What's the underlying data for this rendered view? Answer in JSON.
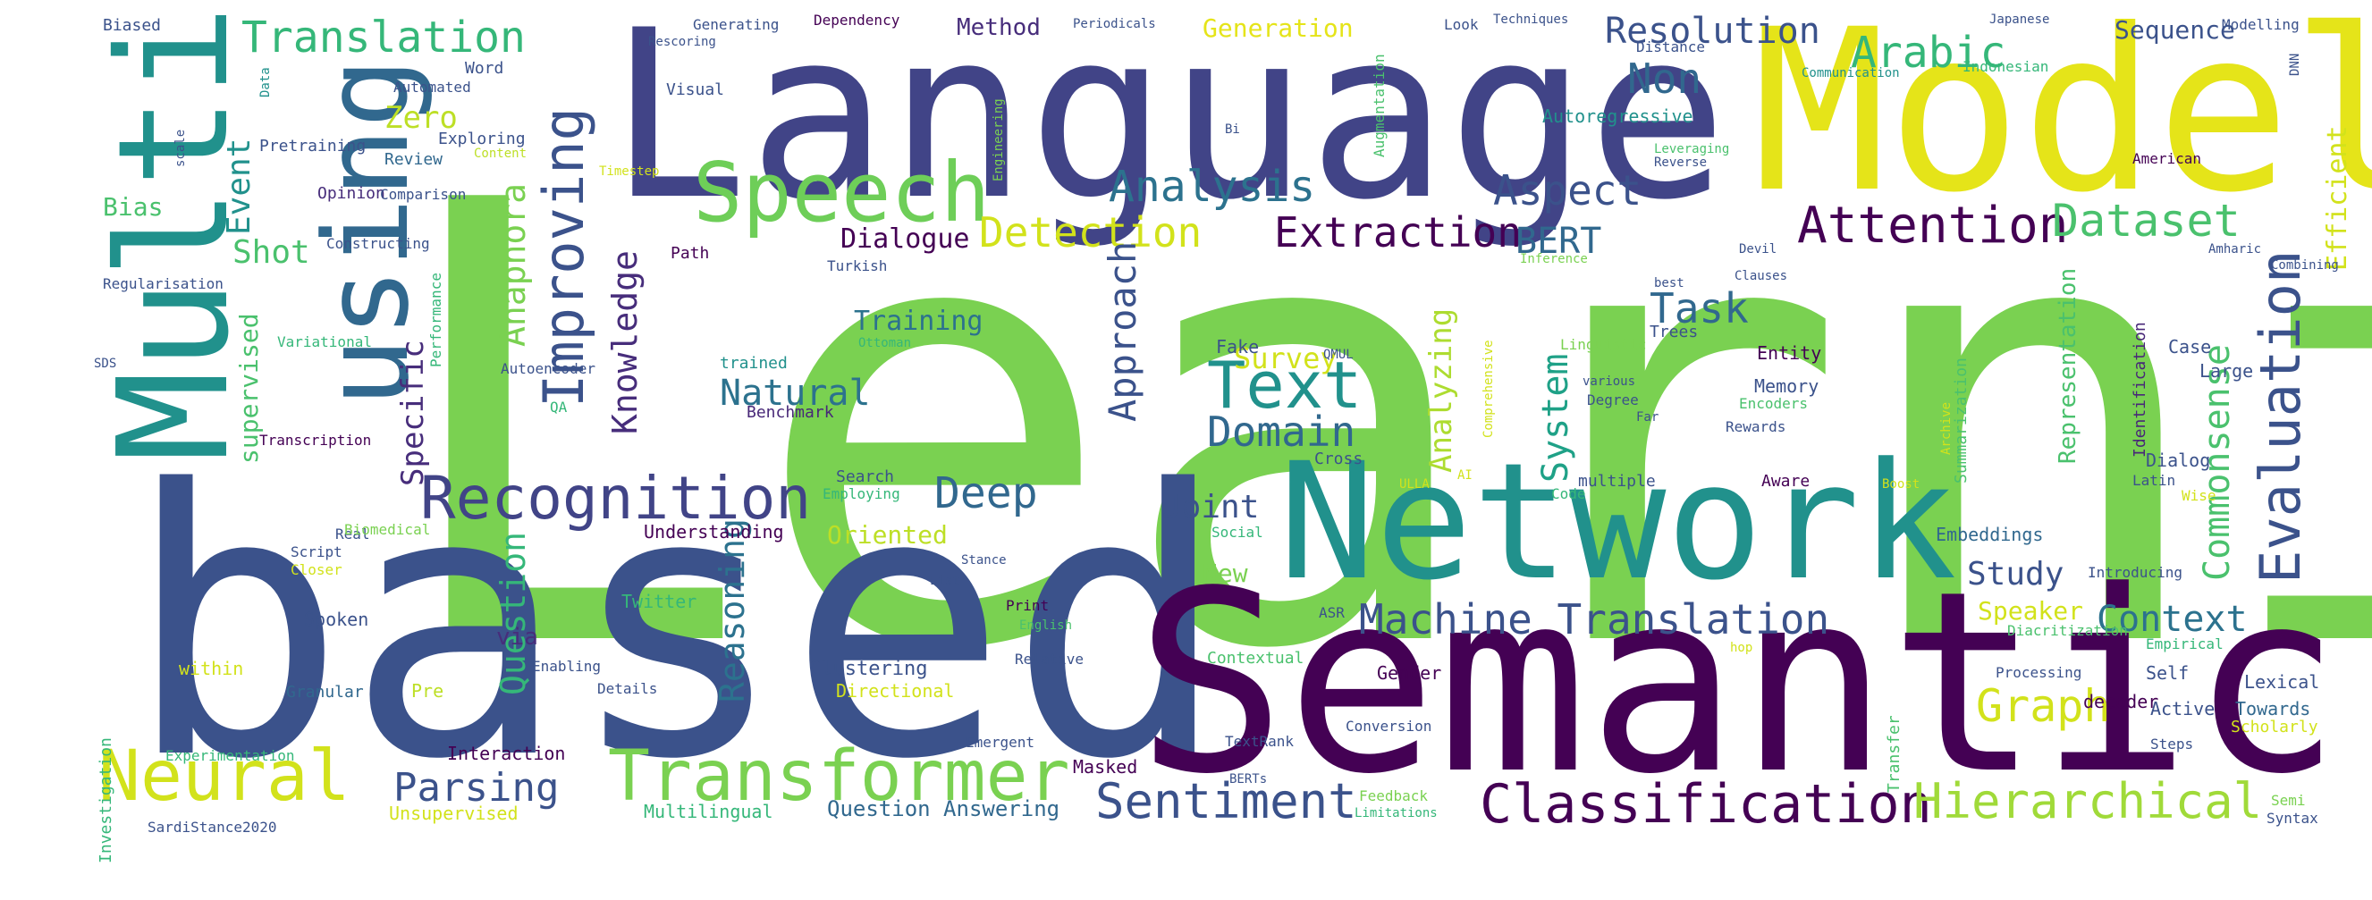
{
  "words": [
    {
      "text": "Learning",
      "color": "#7ad151"
    },
    {
      "text": "based",
      "color": "#3b528b"
    },
    {
      "text": "Language",
      "color": "#414487"
    },
    {
      "text": "Semantic",
      "color": "#440154"
    },
    {
      "text": "Model",
      "color": "#e5e419"
    },
    {
      "text": "Network",
      "color": "#21918c"
    },
    {
      "text": "Multi",
      "color": "#21918c"
    },
    {
      "text": "using",
      "color": "#31688e"
    },
    {
      "text": "Speech",
      "color": "#6ece58"
    },
    {
      "text": "Transformer",
      "color": "#7ad151"
    },
    {
      "text": "Neural",
      "color": "#d2e21b"
    },
    {
      "text": "Recognition",
      "color": "#414487"
    },
    {
      "text": "Classification",
      "color": "#440154"
    },
    {
      "text": "Text",
      "color": "#21918c"
    },
    {
      "text": "Improving",
      "color": "#3b528b"
    },
    {
      "text": "Evaluation",
      "color": "#3b528b"
    },
    {
      "text": "Hierarchical",
      "color": "#a0da39"
    },
    {
      "text": "Sentiment",
      "color": "#3b528b"
    },
    {
      "text": "Translation",
      "color": "#35b779"
    },
    {
      "text": "Analysis",
      "color": "#2c728e"
    },
    {
      "text": "Attention",
      "color": "#440154"
    },
    {
      "text": "Dataset",
      "color": "#4ac16d"
    },
    {
      "text": "Machine Translation",
      "color": "#3b528b"
    },
    {
      "text": "Extraction",
      "color": "#440154"
    },
    {
      "text": "Detection",
      "color": "#d2e21b"
    },
    {
      "text": "Aspect",
      "color": "#3b528b"
    },
    {
      "text": "Deep",
      "color": "#31688e"
    },
    {
      "text": "Approach",
      "color": "#3b528b"
    },
    {
      "text": "Parsing",
      "color": "#3b528b"
    },
    {
      "text": "Domain",
      "color": "#31688e"
    },
    {
      "text": "Task",
      "color": "#31688e"
    },
    {
      "text": "Graph",
      "color": "#d2e21b"
    },
    {
      "text": "Context",
      "color": "#2c728e"
    },
    {
      "text": "Resolution",
      "color": "#3b528b"
    },
    {
      "text": "Arabic",
      "color": "#35b779"
    },
    {
      "text": "Non",
      "color": "#31688e"
    },
    {
      "text": "Knowledge",
      "color": "#472d7b"
    },
    {
      "text": "Anaphora",
      "color": "#7ad151"
    },
    {
      "text": "Question",
      "color": "#35b779"
    },
    {
      "text": "Reasoning",
      "color": "#2c728e"
    },
    {
      "text": "Commonsense",
      "color": "#4ac16d"
    },
    {
      "text": "System",
      "color": "#1fa187"
    },
    {
      "text": "Analyzing",
      "color": "#addc30"
    },
    {
      "text": "Natural",
      "color": "#2c728e"
    },
    {
      "text": "Study",
      "color": "#3b528b"
    },
    {
      "text": "Specific",
      "color": "#472d7b"
    },
    {
      "text": "BERT",
      "color": "#31688e"
    },
    {
      "text": "Event",
      "color": "#21918c"
    },
    {
      "text": "Zero",
      "color": "#bddf26"
    },
    {
      "text": "Shot",
      "color": "#4ac16d"
    },
    {
      "text": "Dialogue",
      "color": "#440154"
    },
    {
      "text": "Joint",
      "color": "#3b528b"
    },
    {
      "text": "Survey",
      "color": "#d2e21b"
    },
    {
      "text": "Training",
      "color": "#2c728e"
    },
    {
      "text": "Sequence",
      "color": "#3b528b"
    },
    {
      "text": "Efficient",
      "color": "#d2e21b"
    },
    {
      "text": "Representation",
      "color": "#4ac16d"
    },
    {
      "text": "supervised",
      "color": "#4ac16d"
    },
    {
      "text": "Oriented",
      "color": "#bddf26"
    },
    {
      "text": "Generation",
      "color": "#e5e419"
    },
    {
      "text": "Speaker",
      "color": "#d2e21b"
    },
    {
      "text": "Method",
      "color": "#472d7b"
    },
    {
      "text": "Question Answering",
      "color": "#31688e"
    },
    {
      "text": "Clustering",
      "color": "#3b528b"
    },
    {
      "text": "Bias",
      "color": "#4ac16d"
    },
    {
      "text": "Identification",
      "color": "#482878"
    },
    {
      "text": "Summarization",
      "color": "#4ac16d"
    },
    {
      "text": "New",
      "color": "#7ad151"
    },
    {
      "text": "via",
      "color": "#472d7b"
    },
    {
      "text": "Multilingual",
      "color": "#35b779"
    },
    {
      "text": "Fake",
      "color": "#3b528b"
    },
    {
      "text": "Embeddings",
      "color": "#31688e"
    },
    {
      "text": "Directional",
      "color": "#d2e21b"
    },
    {
      "text": "Understanding",
      "color": "#440154"
    },
    {
      "text": "Entity",
      "color": "#440154"
    },
    {
      "text": "Memory",
      "color": "#3b528b"
    },
    {
      "text": "Dialog",
      "color": "#3b528b"
    },
    {
      "text": "Large",
      "color": "#3b528b"
    },
    {
      "text": "Case",
      "color": "#3b528b"
    },
    {
      "text": "Benchmark",
      "color": "#482878"
    },
    {
      "text": "Unsupervised",
      "color": "#d2e21b"
    },
    {
      "text": "Investigation",
      "color": "#35b779"
    },
    {
      "text": "Interaction",
      "color": "#440154"
    },
    {
      "text": "Towards",
      "color": "#31688e"
    },
    {
      "text": "Active",
      "color": "#3b528b"
    },
    {
      "text": "Self",
      "color": "#3b528b"
    },
    {
      "text": "Lexical",
      "color": "#3b528b"
    },
    {
      "text": "Scholarly",
      "color": "#d2e21b"
    },
    {
      "text": "Transfer",
      "color": "#4ac16d"
    },
    {
      "text": "Gender",
      "color": "#440154"
    },
    {
      "text": "Contextual",
      "color": "#4ac16d"
    },
    {
      "text": "Twitter",
      "color": "#35b779"
    },
    {
      "text": "Spoken",
      "color": "#3b528b"
    },
    {
      "text": "Pre",
      "color": "#bddf26"
    },
    {
      "text": "within",
      "color": "#d2e21b"
    },
    {
      "text": "Granular",
      "color": "#31688e"
    },
    {
      "text": "Masked",
      "color": "#440154"
    },
    {
      "text": "decoder",
      "color": "#440154"
    },
    {
      "text": "Autoregressive",
      "color": "#21918c"
    },
    {
      "text": "Word",
      "color": "#3b528b"
    },
    {
      "text": "Automated",
      "color": "#3b528b"
    },
    {
      "text": "Exploring",
      "color": "#3b528b"
    },
    {
      "text": "Pretraining",
      "color": "#3b528b"
    },
    {
      "text": "Review",
      "color": "#31688e"
    },
    {
      "text": "Opinion",
      "color": "#472d7b"
    },
    {
      "text": "Comparison",
      "color": "#3b528b"
    },
    {
      "text": "Constructing",
      "color": "#3b528b"
    },
    {
      "text": "Regularisation",
      "color": "#3b528b"
    },
    {
      "text": "Variational",
      "color": "#35b779"
    },
    {
      "text": "Autoencoder",
      "color": "#3b528b"
    },
    {
      "text": "Transcription",
      "color": "#440154"
    },
    {
      "text": "Performance",
      "color": "#35b779"
    },
    {
      "text": "Biased",
      "color": "#3b528b"
    },
    {
      "text": "Data",
      "color": "#21918c"
    },
    {
      "text": "scale",
      "color": "#3b528b"
    },
    {
      "text": "SDS",
      "color": "#3b528b"
    },
    {
      "text": "Generating",
      "color": "#3b528b"
    },
    {
      "text": "Dependency",
      "color": "#440154"
    },
    {
      "text": "Periodicals",
      "color": "#3b528b"
    },
    {
      "text": "Look",
      "color": "#3b528b"
    },
    {
      "text": "Techniques",
      "color": "#3b528b"
    },
    {
      "text": "Japanese",
      "color": "#3b528b"
    },
    {
      "text": "Modelling",
      "color": "#3b528b"
    },
    {
      "text": "Distance",
      "color": "#3b528b"
    },
    {
      "text": "Indonesian",
      "color": "#35b779"
    },
    {
      "text": "Communication",
      "color": "#21918c"
    },
    {
      "text": "DNN",
      "color": "#3b528b"
    },
    {
      "text": "Rescoring",
      "color": "#3b528b"
    },
    {
      "text": "Visual",
      "color": "#3b528b"
    },
    {
      "text": "Engineering",
      "color": "#7ad151"
    },
    {
      "text": "Augmentation",
      "color": "#4ac16d"
    },
    {
      "text": "Bi",
      "color": "#3b528b"
    },
    {
      "text": "Leveraging",
      "color": "#4ac16d"
    },
    {
      "text": "Reverse",
      "color": "#3b528b"
    },
    {
      "text": "American",
      "color": "#440154"
    },
    {
      "text": "Content",
      "color": "#bddf26"
    },
    {
      "text": "Timestep",
      "color": "#d2e21b"
    },
    {
      "text": "Path",
      "color": "#440154"
    },
    {
      "text": "Turkish",
      "color": "#3b528b"
    },
    {
      "text": "trained",
      "color": "#21918c"
    },
    {
      "text": "Ottoman",
      "color": "#35b779"
    },
    {
      "text": "Inference",
      "color": "#7ad151"
    },
    {
      "text": "Devil",
      "color": "#3b528b"
    },
    {
      "text": "best",
      "color": "#3b528b"
    },
    {
      "text": "Clauses",
      "color": "#3b528b"
    },
    {
      "text": "Linguistic",
      "color": "#7ad151"
    },
    {
      "text": "Amharic",
      "color": "#3b528b"
    },
    {
      "text": "Combining",
      "color": "#3b528b"
    },
    {
      "text": "Trees",
      "color": "#3b528b"
    },
    {
      "text": "QMUL",
      "color": "#3b528b"
    },
    {
      "text": "Comprehensive",
      "color": "#d2e21b"
    },
    {
      "text": "various",
      "color": "#3b528b"
    },
    {
      "text": "Degree",
      "color": "#3b528b"
    },
    {
      "text": "Far",
      "color": "#3b528b"
    },
    {
      "text": "Encoders",
      "color": "#4ac16d"
    },
    {
      "text": "Rewards",
      "color": "#3b528b"
    },
    {
      "text": "Archive",
      "color": "#d2e21b"
    },
    {
      "text": "Latin",
      "color": "#3b528b"
    },
    {
      "text": "Wise",
      "color": "#d2e21b"
    },
    {
      "text": "QA",
      "color": "#35b779"
    },
    {
      "text": "Cross",
      "color": "#3b528b"
    },
    {
      "text": "Search",
      "color": "#3b528b"
    },
    {
      "text": "Employing",
      "color": "#35b779"
    },
    {
      "text": "ULLA",
      "color": "#d2e21b"
    },
    {
      "text": "AI",
      "color": "#d2e21b"
    },
    {
      "text": "Code",
      "color": "#35b779"
    },
    {
      "text": "multiple",
      "color": "#3b528b"
    },
    {
      "text": "Aware",
      "color": "#440154"
    },
    {
      "text": "Boost",
      "color": "#d2e21b"
    },
    {
      "text": "Social",
      "color": "#35b779"
    },
    {
      "text": "Real",
      "color": "#3b528b"
    },
    {
      "text": "Biomedical",
      "color": "#7ad151"
    },
    {
      "text": "Script",
      "color": "#3b528b"
    },
    {
      "text": "Closer",
      "color": "#d2e21b"
    },
    {
      "text": "Stance",
      "color": "#3b528b"
    },
    {
      "text": "List",
      "color": "#3b528b"
    },
    {
      "text": "Print",
      "color": "#440154"
    },
    {
      "text": "English",
      "color": "#4ac16d"
    },
    {
      "text": "ASR",
      "color": "#3b528b"
    },
    {
      "text": "hop",
      "color": "#d2e21b"
    },
    {
      "text": "Introducing",
      "color": "#3b528b"
    },
    {
      "text": "Diacritization",
      "color": "#4ac16d"
    },
    {
      "text": "Empirical",
      "color": "#35b779"
    },
    {
      "text": "Relative",
      "color": "#3b528b"
    },
    {
      "text": "Processing",
      "color": "#3b528b"
    },
    {
      "text": "Enabling",
      "color": "#3b528b"
    },
    {
      "text": "Details",
      "color": "#3b528b"
    },
    {
      "text": "Conversion",
      "color": "#3b528b"
    },
    {
      "text": "Emergent",
      "color": "#3b528b"
    },
    {
      "text": "TextRank",
      "color": "#3b528b"
    },
    {
      "text": "Steps",
      "color": "#3b528b"
    },
    {
      "text": "Experimentation",
      "color": "#35b779"
    },
    {
      "text": "BERTs",
      "color": "#3b528b"
    },
    {
      "text": "Feedback",
      "color": "#7ad151"
    },
    {
      "text": "Limitations",
      "color": "#35b779"
    },
    {
      "text": "Semi",
      "color": "#7ad151"
    },
    {
      "text": "Syntax",
      "color": "#3b528b"
    },
    {
      "text": "SardiStance2020",
      "color": "#3b528b"
    }
  ]
}
